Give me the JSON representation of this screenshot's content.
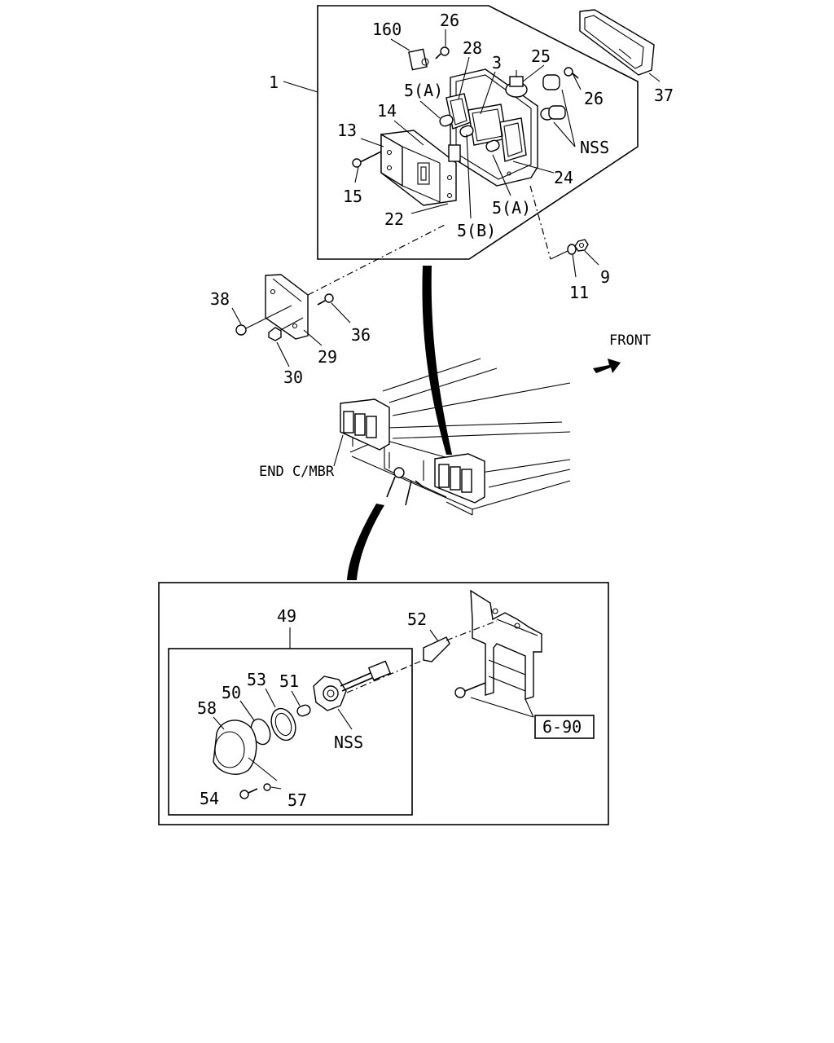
{
  "labels": {
    "l1": "1",
    "l160": "160",
    "l26a": "26",
    "l28": "28",
    "l3": "3",
    "l25": "25",
    "l26b": "26",
    "l37": "37",
    "l5a1": "5(A)",
    "l14": "14",
    "l13": "13",
    "lnss1": "NSS",
    "l15": "15",
    "l24": "24",
    "l22": "22",
    "l5a2": "5(A)",
    "l5b": "5(B)",
    "l9": "9",
    "l11": "11",
    "l38": "38",
    "l36": "36",
    "l29": "29",
    "l30": "30",
    "front": "FRONT",
    "endcmbr": "END C/MBR",
    "l49": "49",
    "l52": "52",
    "l53": "53",
    "l51": "51",
    "l50": "50",
    "l58": "58",
    "lnss2": "NSS",
    "l690": "6-90",
    "l54": "54",
    "l57": "57"
  }
}
